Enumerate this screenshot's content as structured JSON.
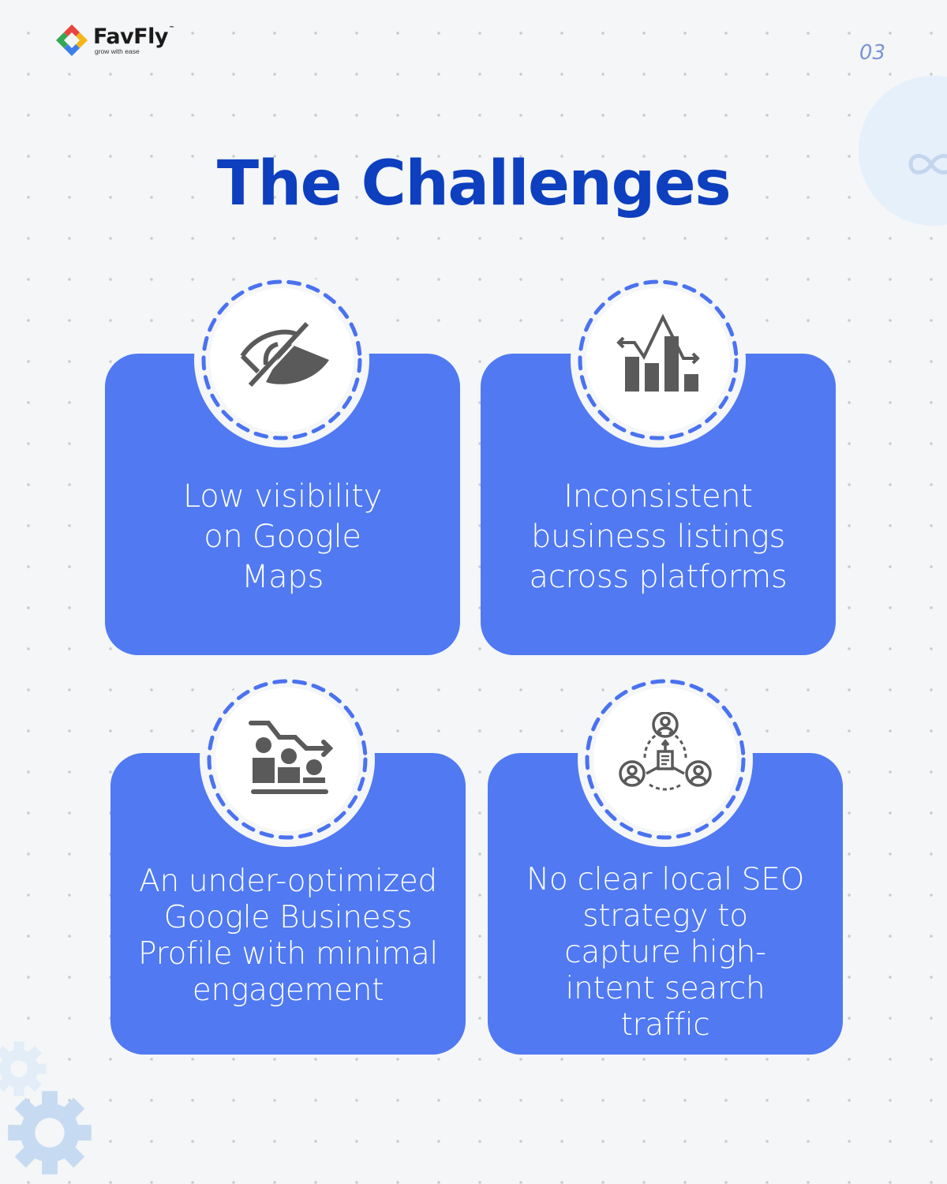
{
  "brand": {
    "name": "FavFly",
    "trademark": "™",
    "tagline": "grow with ease",
    "logo_colors": [
      "#e8463c",
      "#f5b51b",
      "#3f7ee8",
      "#34a853"
    ]
  },
  "page_number": "03",
  "title": "The Challenges",
  "colors": {
    "title": "#0d3fbf",
    "card": "#5079f2",
    "dashed_ring": "#4a72f0",
    "icon": "#5a5a5a",
    "background": "#f4f6f7"
  },
  "cards": [
    {
      "icon": "eye-slash-icon",
      "text": "Low visibility on Google Maps",
      "lines": [
        "Low visibility",
        "on Google",
        "Maps"
      ]
    },
    {
      "icon": "bar-chart-trend-icon",
      "text": "Inconsistent business listings across platforms",
      "lines": [
        "Inconsistent",
        "business listings",
        "across platforms"
      ]
    },
    {
      "icon": "declining-engagement-icon",
      "text": "An under-optimized Google Business Profile with minimal engagement",
      "lines": [
        "An under-optimized",
        "Google Business",
        "Profile with minimal",
        "engagement"
      ]
    },
    {
      "icon": "network-share-icon",
      "text": "No clear local SEO strategy to capture high-intent search traffic",
      "lines": [
        "No clear local SEO",
        "strategy to",
        "capture high-",
        "intent search",
        "traffic"
      ]
    }
  ],
  "decorations": [
    "infinity-icon",
    "gear-icon",
    "gear-icon"
  ]
}
